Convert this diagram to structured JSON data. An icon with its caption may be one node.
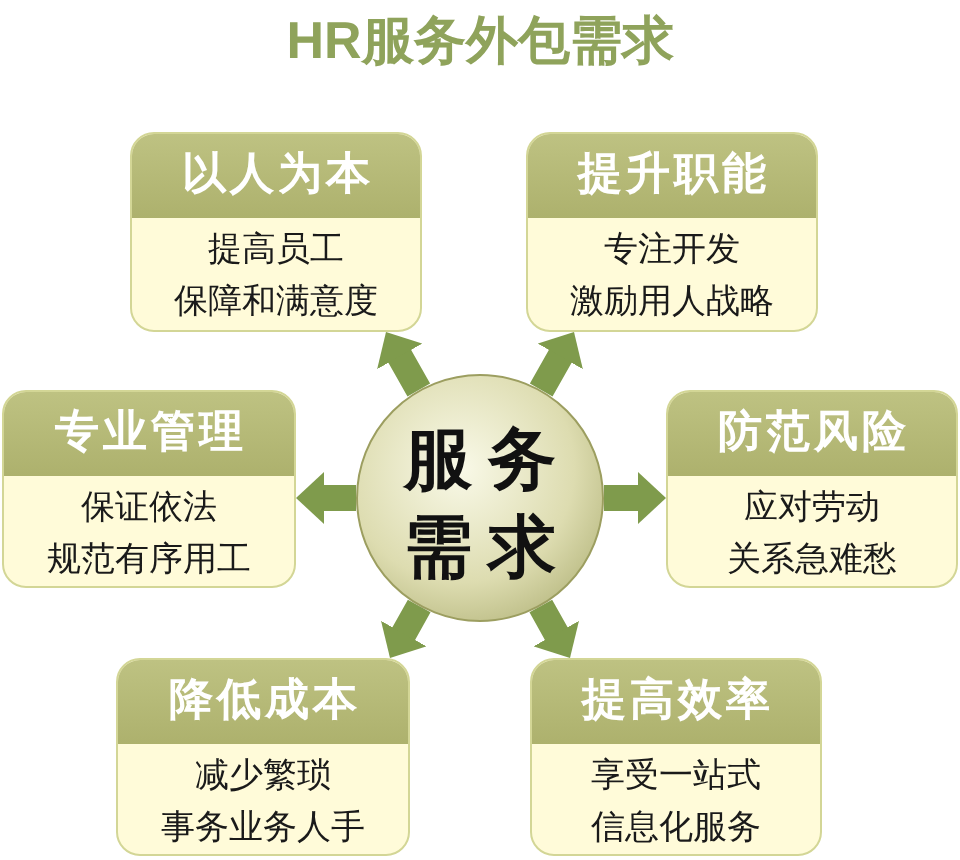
{
  "diagram": {
    "title": "HR服务外包需求",
    "nodes": [
      {
        "text": [
          "以人为本",
          "提高员工保障和满意度"
        ]
      },
      {
        "text": [
          "提升职能",
          "专注开发激励用人战略"
        ]
      },
      {
        "text": [
          "专业管理",
          "保证依法规范有序用工"
        ]
      },
      {
        "text": [
          "服务需求"
        ]
      },
      {
        "text": [
          "防范风险",
          "应对劳动关系急难愁"
        ]
      },
      {
        "text": [
          "降低成本",
          "减少繁琐事务业务人手"
        ]
      },
      {
        "text": [
          "提高效率",
          "享受一站式信息化服务"
        ]
      }
    ],
    "edges": [
      {
        "from": 3,
        "to": 0,
        "arrow": "to"
      },
      {
        "from": 3,
        "to": 1,
        "arrow": "to"
      },
      {
        "from": 3,
        "to": 2,
        "arrow": "to"
      },
      {
        "from": 3,
        "to": 4,
        "arrow": "to"
      },
      {
        "from": 3,
        "to": 5,
        "arrow": "to"
      },
      {
        "from": 3,
        "to": 6,
        "arrow": "to"
      }
    ]
  }
}
